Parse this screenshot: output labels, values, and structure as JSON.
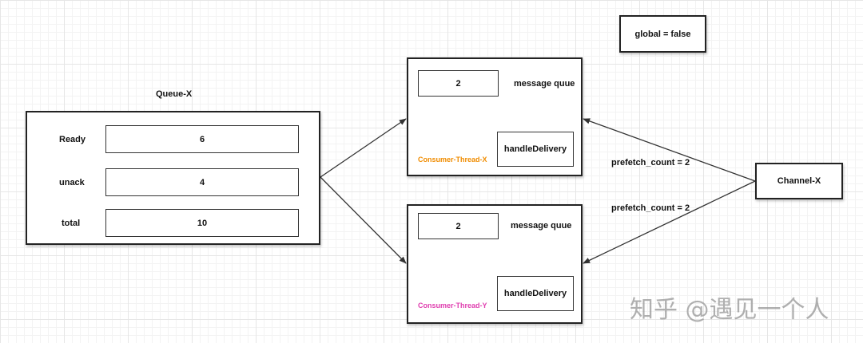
{
  "global_box": {
    "text": "global = false"
  },
  "queue": {
    "title": "Queue-X",
    "rows": [
      {
        "label": "Ready",
        "value": "6"
      },
      {
        "label": "unack",
        "value": "4"
      },
      {
        "label": "total",
        "value": "10"
      }
    ]
  },
  "consumers": [
    {
      "name": "Consumer-Thread-X",
      "name_color": "#f08c00",
      "count": "2",
      "queue_label": "message quue",
      "handler": "handleDelivery",
      "prefetch": "prefetch_count = 2"
    },
    {
      "name": "Consumer-Thread-Y",
      "name_color": "#e040b0",
      "count": "2",
      "queue_label": "message quue",
      "handler": "handleDelivery",
      "prefetch": "prefetch_count = 2"
    }
  ],
  "channel": {
    "text": "Channel-X"
  },
  "watermark": "知乎 @遇见一个人"
}
